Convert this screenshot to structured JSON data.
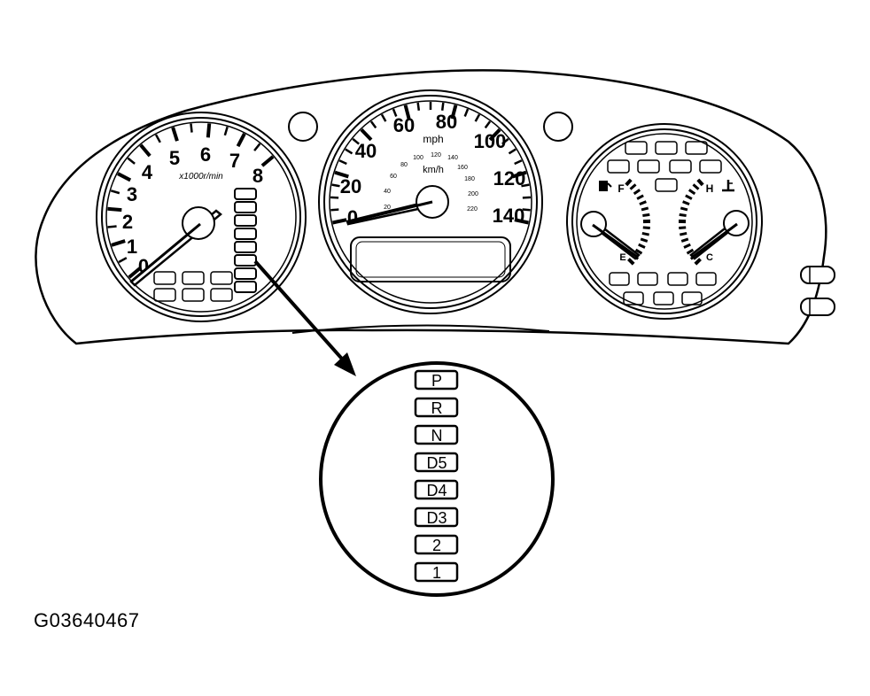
{
  "figure_id": "G03640467",
  "tachometer": {
    "numbers": [
      "0",
      "1",
      "2",
      "3",
      "4",
      "5",
      "6",
      "7",
      "8"
    ],
    "unit": "x1000r/min"
  },
  "speedometer": {
    "mph_numbers": [
      "0",
      "20",
      "40",
      "60",
      "80",
      "100",
      "120",
      "140"
    ],
    "mph_unit": "mph",
    "kmh_numbers": [
      "20",
      "40",
      "60",
      "80",
      "100",
      "120",
      "140",
      "160",
      "180",
      "200",
      "220"
    ],
    "kmh_unit": "km/h"
  },
  "fuel_gauge": {
    "full": "F",
    "empty": "E"
  },
  "temp_gauge": {
    "hot": "H",
    "cold": "C"
  },
  "gear_indicator": {
    "gears": [
      "P",
      "R",
      "N",
      "D5",
      "D4",
      "D3",
      "2",
      "1"
    ]
  }
}
